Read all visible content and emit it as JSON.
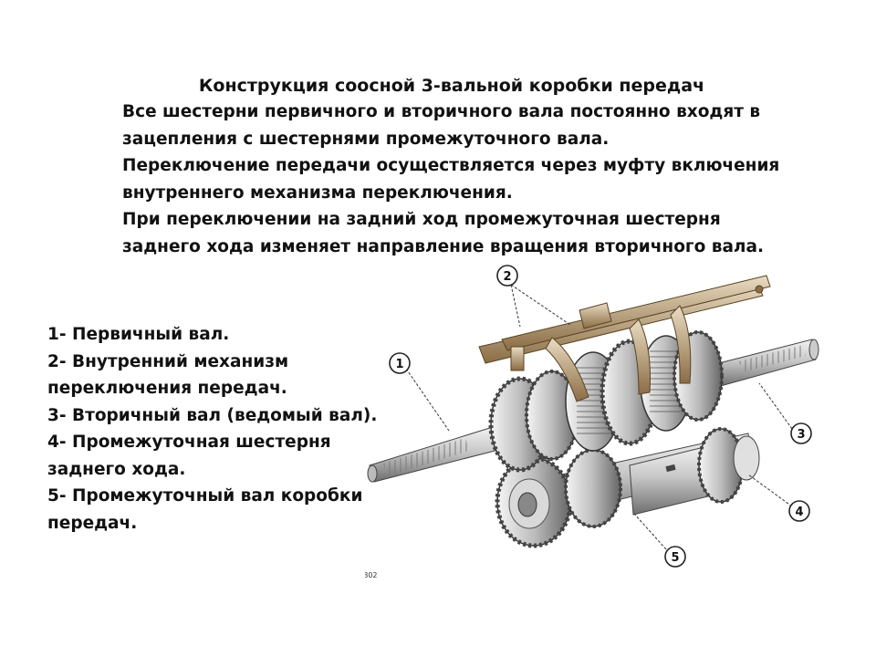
{
  "slide": {
    "title": "Конструкция соосной 3-вальной коробки передач",
    "description_lines": [
      "Все шестерни первичного и вторичного вала постоянно входят в",
      "зацепления с шестернями промежуточного вала.",
      "Переключение передачи осуществляется через муфту включения",
      "внутреннего механизма переключения.",
      "При переключении на задний ход промежуточная шестерня",
      "заднего хода изменяет направление вращения вторичного вала."
    ],
    "legend_lines": [
      "1- Первичный вал.",
      "2- Внутренний механизм",
      "переключения передач.",
      "3- Вторичный вал (ведомый вал).",
      "4- Промежуточная шестерня",
      "заднего хода.",
      "5- Промежуточный вал коробки",
      "передач."
    ]
  },
  "drawing": {
    "callouts": [
      "1",
      "2",
      "3",
      "4",
      "5"
    ],
    "catalog_code": "E67802",
    "colors": {
      "steel_light": "#e8e8e8",
      "steel_mid": "#a9a9a9",
      "steel_dark": "#5a5a5a",
      "shifter_light": "#dcc9a8",
      "shifter_dark": "#8a6d45"
    }
  }
}
